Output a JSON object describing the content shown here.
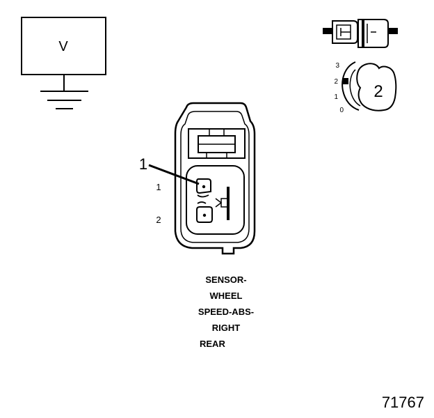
{
  "meter": {
    "symbol": "V"
  },
  "view_indicator": {
    "position_numbers": [
      "3",
      "2",
      "1",
      "0"
    ],
    "selected_view": "2"
  },
  "connector": {
    "callout": "1",
    "cavities": [
      "1",
      "2"
    ]
  },
  "caption": {
    "lines": [
      "SENSOR-",
      "WHEEL",
      "SPEED-ABS-",
      "RIGHT",
      "REAR"
    ]
  },
  "figure_number": "71767"
}
